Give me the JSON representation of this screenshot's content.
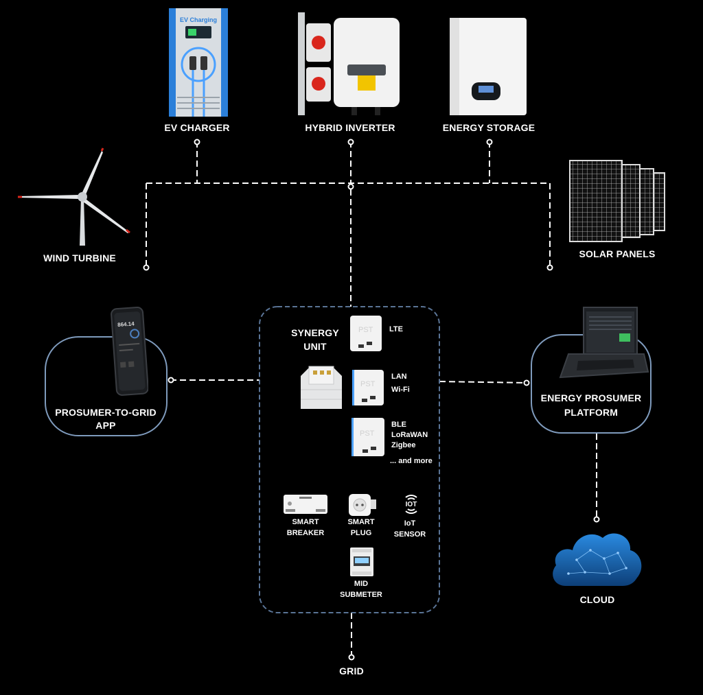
{
  "top_devices": {
    "ev_charger": {
      "label": "EV CHARGER",
      "screen_text": "EV Charging"
    },
    "hybrid_inverter": {
      "label": "HYBRID INVERTER"
    },
    "energy_storage": {
      "label": "ENERGY STORAGE"
    }
  },
  "side_sources": {
    "wind_turbine": {
      "label": "WIND TURBINE"
    },
    "solar_panels": {
      "label": "SOLAR PANELS"
    }
  },
  "app": {
    "line1": "PROSUMER-TO-GRID",
    "line2": "APP",
    "phone_value": "864.14"
  },
  "platform": {
    "line1": "ENERGY PROSUMER",
    "line2": "PLATFORM"
  },
  "synergy_unit": {
    "line1": "SYNERGY",
    "line2": "UNIT",
    "module_brand": "PST",
    "modules": [
      {
        "lines": [
          "LTE"
        ]
      },
      {
        "lines": [
          "LAN",
          "Wi-Fi"
        ]
      },
      {
        "lines": [
          "BLE",
          "LoRaWAN",
          "Zigbee"
        ]
      }
    ],
    "more": "... and more",
    "devices": {
      "smart_breaker": {
        "line1": "SMART",
        "line2": "BREAKER"
      },
      "smart_plug": {
        "line1": "SMART",
        "line2": "PLUG"
      },
      "iot_sensor": {
        "logo": "IOT",
        "line1": "IoT",
        "line2": "SENSOR"
      },
      "mid_submeter": {
        "line1": "MID",
        "line2": "SUBMETER"
      }
    }
  },
  "cloud": {
    "label": "CLOUD"
  },
  "grid": {
    "label": "GRID"
  },
  "colors": {
    "background": "#000000",
    "wire": "#ffffff",
    "box_border": "#7f9bbd",
    "dashed_border": "#5a7496",
    "cloud_blue": "#1f78c8"
  },
  "icons": [
    "wind-turbine-icon",
    "solar-panels-icon",
    "ev-charger-icon",
    "hybrid-inverter-icon",
    "energy-storage-icon",
    "phone-icon",
    "laptop-icon",
    "cloud-icon",
    "din-rail-unit-icon",
    "communication-module-icon",
    "smart-breaker-icon",
    "smart-plug-icon",
    "iot-logo-icon",
    "submeter-icon"
  ]
}
